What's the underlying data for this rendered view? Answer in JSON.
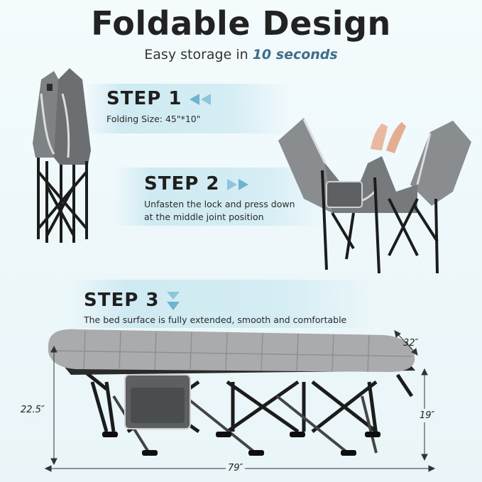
{
  "header": {
    "title": "Foldable Design",
    "subtitle_prefix": "Easy storage in ",
    "subtitle_highlight": "10 seconds"
  },
  "steps": [
    {
      "label": "STEP 1",
      "description": "Folding Size: 45\"*10\"",
      "arrow_direction": "left"
    },
    {
      "label": "STEP 2",
      "description_line1": "Unfasten the lock and press down",
      "description_line2": "at the middle joint position",
      "arrow_direction": "right"
    },
    {
      "label": "STEP 3",
      "description": "The bed surface is fully extended, smooth and comfortable",
      "arrow_direction": "down"
    }
  ],
  "dimensions": {
    "length": "79″",
    "width": "32″",
    "total_height": "22.5″",
    "frame_height": "19″"
  },
  "colors": {
    "accent_arrow": "#6fb3cf",
    "highlight_text": "#3e6f88",
    "fabric": "#8f8f8f",
    "frame": "#1c1c1c"
  }
}
